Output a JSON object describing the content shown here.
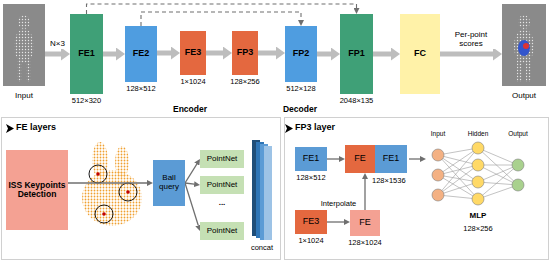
{
  "diagram": {
    "nodes": [
      {
        "text": [
          "Input"
        ]
      },
      {
        "text": [
          "FE1"
        ]
      },
      {
        "text": [
          "FE2"
        ]
      },
      {
        "text": [
          "FE3"
        ]
      },
      {
        "text": [
          "FP3"
        ]
      },
      {
        "text": [
          "FP2"
        ]
      },
      {
        "text": [
          "FP1"
        ]
      },
      {
        "text": [
          "FC"
        ]
      },
      {
        "text": [
          "Output"
        ]
      },
      {
        "text": [
          "ISS Keypoints Detection"
        ]
      },
      {
        "text": [
          "Ball query"
        ]
      },
      {
        "text": [
          "PointNet"
        ]
      },
      {
        "text": [
          "PointNet"
        ]
      },
      {
        "text": [
          "PointNet"
        ]
      },
      {
        "text": [
          "FE1"
        ]
      },
      {
        "text": [
          "FE"
        ]
      },
      {
        "text": [
          "FE1"
        ]
      },
      {
        "text": [
          "FE3"
        ]
      },
      {
        "text": [
          "FE"
        ]
      }
    ],
    "edges": [
      {
        "from": 0,
        "to": 1,
        "arrow": "to",
        "label": "N×3"
      },
      {
        "from": 1,
        "to": 2,
        "arrow": "to"
      },
      {
        "from": 2,
        "to": 3,
        "arrow": "to"
      },
      {
        "from": 3,
        "to": 4,
        "arrow": "to"
      },
      {
        "from": 4,
        "to": 5,
        "arrow": "to"
      },
      {
        "from": 5,
        "to": 6,
        "arrow": "to"
      },
      {
        "from": 6,
        "to": 7,
        "arrow": "to"
      },
      {
        "from": 7,
        "to": 8,
        "arrow": "to",
        "label": "Per-point scores"
      },
      {
        "from": 1,
        "to": 6,
        "arrow": "to"
      },
      {
        "from": 2,
        "to": 5,
        "arrow": "to"
      },
      {
        "from": 9,
        "to": 10,
        "arrow": "to"
      },
      {
        "from": 10,
        "to": 11,
        "arrow": "to"
      },
      {
        "from": 10,
        "to": 12,
        "arrow": "to"
      },
      {
        "from": 10,
        "to": 13,
        "arrow": "to"
      },
      {
        "from": 14,
        "to": 15,
        "arrow": "to"
      },
      {
        "from": 17,
        "to": 18,
        "arrow": "to",
        "label": "Interpolate"
      },
      {
        "from": 18,
        "to": 15,
        "arrow": "to"
      }
    ],
    "labels": [
      "512×320",
      "128×512",
      "1×1024",
      "128×256",
      "512×128",
      "2048×135",
      "Encoder",
      "Decoder",
      "FE layers",
      "...",
      "concat",
      "FP3 layer",
      "128×512",
      "128×1536",
      "1×1024",
      "128×1024",
      "Input",
      "Hidden",
      "Output",
      "MLP",
      "128×256"
    ]
  }
}
